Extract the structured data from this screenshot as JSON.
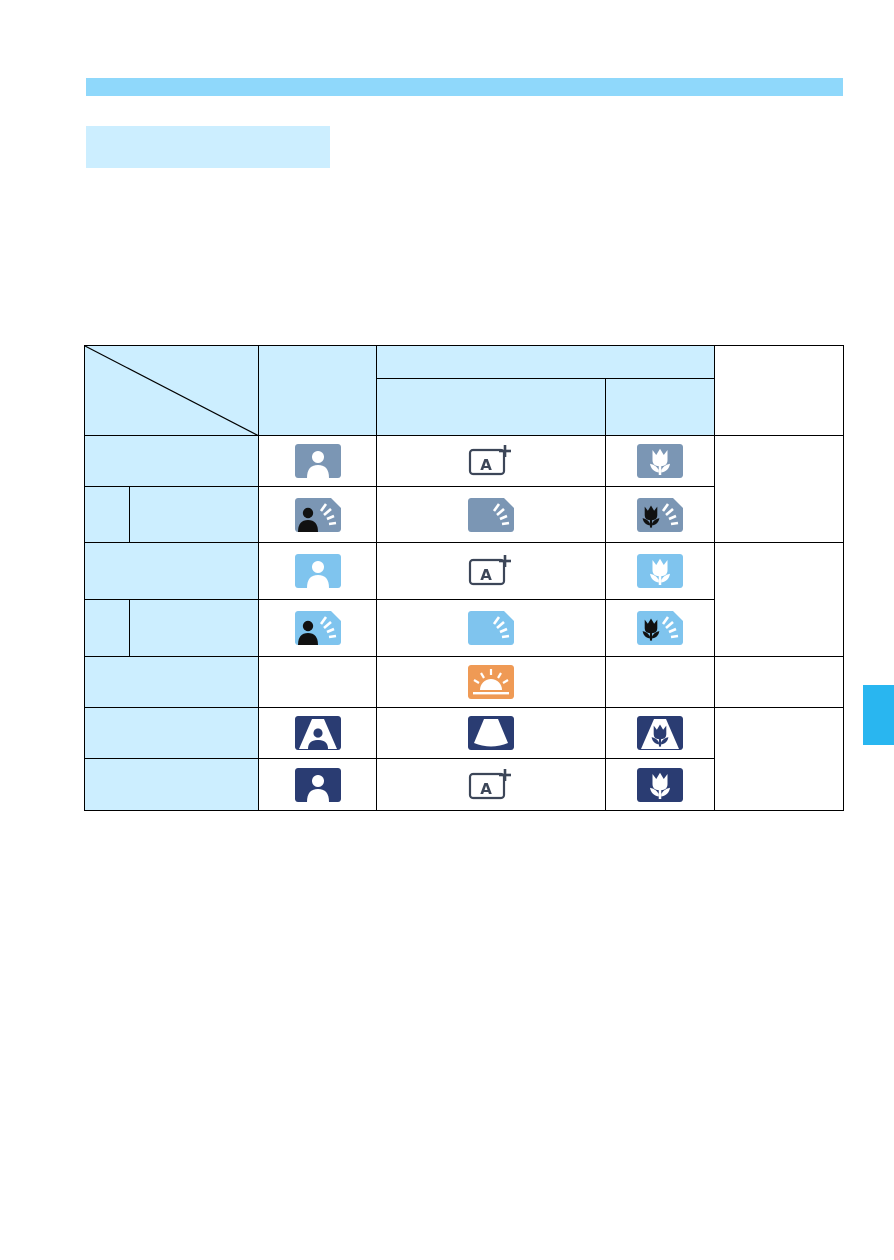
{
  "colors": {
    "header_bar": "#8fd8fb",
    "light_cell": "#cceeff",
    "side_tab": "#29b6f0",
    "icon_gray": "#7b96b4",
    "icon_light_blue": "#7fc4ee",
    "icon_orange": "#ef9a55",
    "icon_navy": "#2a3c72",
    "icon_outline": "#3c4658"
  },
  "table": {
    "rows": [
      {
        "icons": [
          "portrait-icon",
          "auto-plus-icon",
          "macro-icon"
        ],
        "theme": "gray"
      },
      {
        "icons": [
          "backlit-portrait-icon",
          "backlight-icon",
          "backlit-macro-icon"
        ],
        "theme": "gray"
      },
      {
        "icons": [
          "portrait-icon",
          "auto-plus-icon",
          "macro-icon"
        ],
        "theme": "lightblue"
      },
      {
        "icons": [
          "backlit-portrait-icon",
          "backlight-icon",
          "backlit-macro-icon"
        ],
        "theme": "lightblue"
      },
      {
        "icons": [
          "sunset-icon"
        ],
        "theme": "orange"
      },
      {
        "icons": [
          "spotlight-portrait-icon",
          "spotlight-icon",
          "spotlight-macro-icon"
        ],
        "theme": "navy"
      },
      {
        "icons": [
          "portrait-icon",
          "auto-plus-icon",
          "macro-icon"
        ],
        "theme": "navy"
      }
    ]
  }
}
